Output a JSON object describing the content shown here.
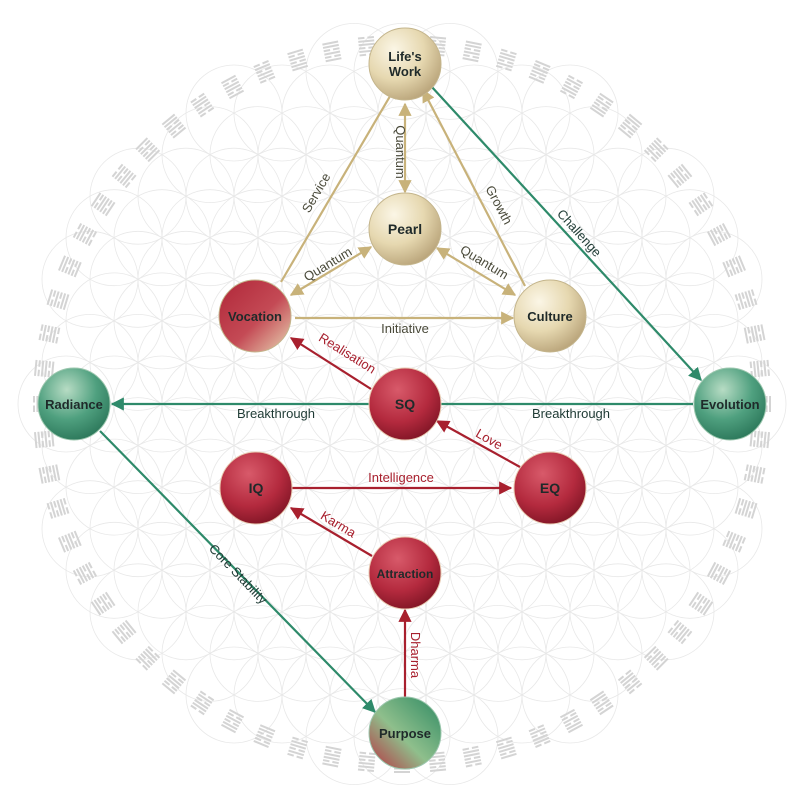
{
  "nodes": {
    "lifes_work": {
      "label_line1": "Life's",
      "label_line2": "Work"
    },
    "pearl": {
      "label": "Pearl"
    },
    "vocation": {
      "label": "Vocation"
    },
    "culture": {
      "label": "Culture"
    },
    "radiance": {
      "label": "Radiance"
    },
    "evolution": {
      "label": "Evolution"
    },
    "sq": {
      "label": "SQ"
    },
    "iq": {
      "label": "IQ"
    },
    "eq": {
      "label": "EQ"
    },
    "attraction": {
      "label": "Attraction"
    },
    "purpose": {
      "label": "Purpose"
    }
  },
  "edges": {
    "service": "Service",
    "quantum_top": "Quantum",
    "growth": "Growth",
    "challenge": "Challenge",
    "quantum_left": "Quantum",
    "quantum_right": "Quantum",
    "initiative": "Initiative",
    "realisation": "Realisation",
    "breakthrough_left": "Breakthrough",
    "breakthrough_right": "Breakthrough",
    "love": "Love",
    "intelligence": "Intelligence",
    "karma": "Karma",
    "core_stability": "Core Stability",
    "dharma": "Dharma"
  },
  "colors": {
    "gold_arrow": "#c8b27a",
    "green_arrow": "#2e8a6a",
    "red_arrow": "#a8202e",
    "gold_text": "#4a4a3a",
    "green_text": "#1e3a34",
    "red_text": "#a8202e",
    "hexagram": "#d4d4d4",
    "flower": "#e8e8e8"
  }
}
